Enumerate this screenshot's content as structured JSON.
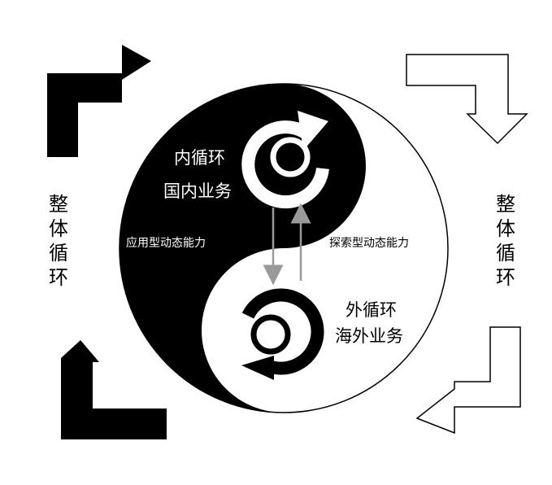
{
  "left_vertical": [
    "整",
    "体",
    "循",
    "环"
  ],
  "right_vertical": [
    "整",
    "体",
    "循",
    "环"
  ],
  "inner": {
    "line1": "内循环",
    "line2": "国内业务"
  },
  "outer": {
    "line1": "外循环",
    "line2": "海外业务"
  },
  "left_capability": "应用型动态能力",
  "right_capability": "探索型动态能力",
  "colors": {
    "dark": "#000000",
    "light": "#ffffff",
    "arrow_gray": "#9a9a9a"
  },
  "icons": {
    "top_left": "bent-arrow-right-icon",
    "top_right": "bent-arrow-down-outline-icon",
    "bottom_right": "bent-arrow-left-outline-icon",
    "bottom_left": "bent-arrow-up-icon",
    "inner_cycle": "cycle-arrow-icon",
    "outer_cycle": "cycle-arrow-icon"
  }
}
